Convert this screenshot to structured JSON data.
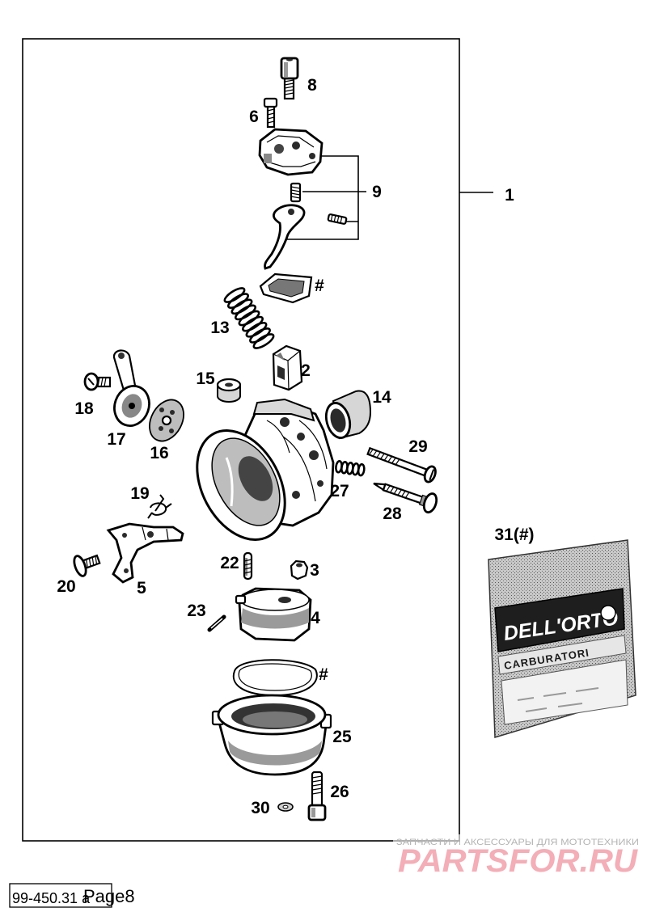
{
  "labels": {
    "p1": "1",
    "p2": "2",
    "p3": "3",
    "p4": "4",
    "p5": "5",
    "p6": "6",
    "p8": "8",
    "p9": "9",
    "p13": "13",
    "p14": "14",
    "p15": "15",
    "p16": "16",
    "p17": "17",
    "p18": "18",
    "p19": "19",
    "p20": "20",
    "p22": "22",
    "p23": "23",
    "p25": "25",
    "p26": "26",
    "p27": "27",
    "p28": "28",
    "p29": "29",
    "p30": "30",
    "p31": "31(#)",
    "hash_gasket_top": "#",
    "hash_gasket_bottom": "#"
  },
  "bag": {
    "brand": "DELL'ORTO",
    "subtitle": "CARBURATORI"
  },
  "watermark": {
    "tagline": "ЗАПЧАСТИ И АКСЕССУАРЫ ДЛЯ МОТОТЕХНИКИ",
    "site": "PARTSFOR.RU"
  },
  "footer": {
    "code": "99-450.31 a",
    "page": "Page8"
  },
  "colors": {
    "ink": "#000000",
    "watermark_logo": "#f1a1ab",
    "watermark_tagline": "#b4b4b4",
    "bag_shade": "#c2c2c2"
  }
}
